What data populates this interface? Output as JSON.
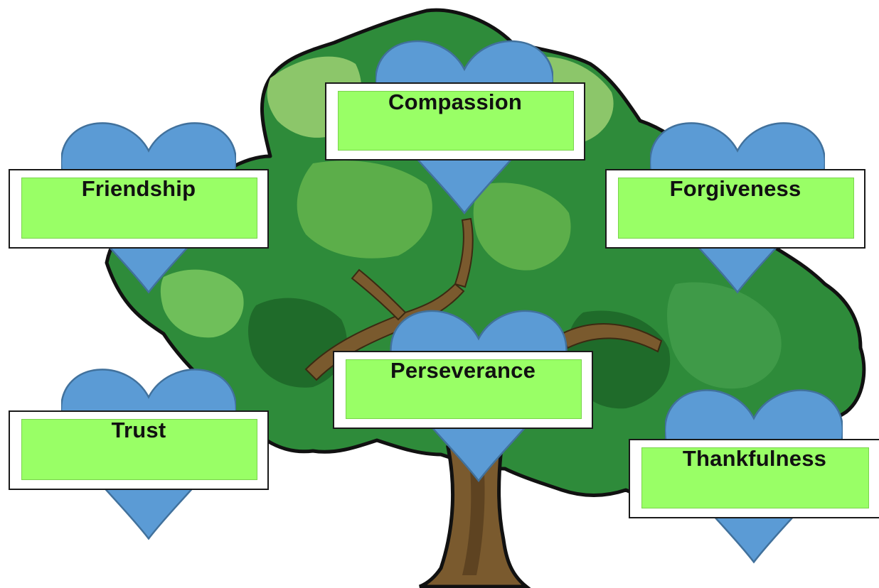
{
  "colors": {
    "heart_fill": "#5b9bd5",
    "heart_stroke": "#41719c",
    "card_fill": "#99ff66",
    "foliage_dark": "#1f6b2a",
    "foliage_mid": "#2e8b3a",
    "foliage_light": "#5cae4a",
    "foliage_pale": "#8cc66a",
    "trunk": "#7a5a2e"
  },
  "values": {
    "compassion": "Compassion",
    "friendship": "Friendship",
    "forgiveness": "Forgiveness",
    "perseverance": "Perseverance",
    "trust": "Trust",
    "thankfulness": "Thankfulness"
  }
}
